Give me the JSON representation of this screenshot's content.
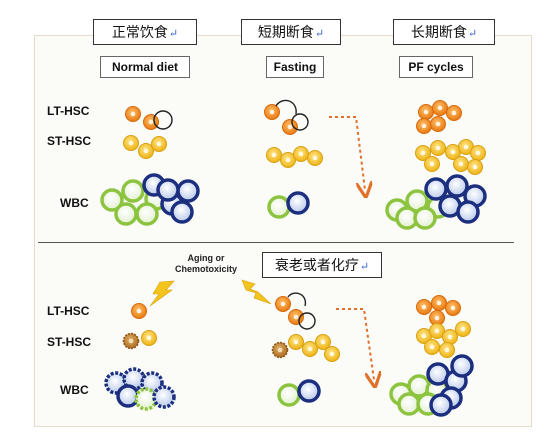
{
  "chinese_labels": {
    "normal": "正常饮食",
    "fasting": "短期断食",
    "long_term": "长期断食",
    "aging_chemo": "衰老或者化疗",
    "return_symbol": "↵"
  },
  "column_headers": [
    "Normal diet",
    "Fasting",
    "PF cycles"
  ],
  "row_labels": {
    "lt_hsc": "LT-HSC",
    "st_hsc": "ST-HSC",
    "wbc": "WBC"
  },
  "aging_text": [
    "Aging or",
    "Chemotoxicity"
  ],
  "colors": {
    "orange": "#ef8a1f",
    "yellow": "#f4bf1f",
    "green": "#8cc43f",
    "navy": "#1c2f7f",
    "arrow": "#e0702a",
    "bolt": "#f3c41b"
  }
}
